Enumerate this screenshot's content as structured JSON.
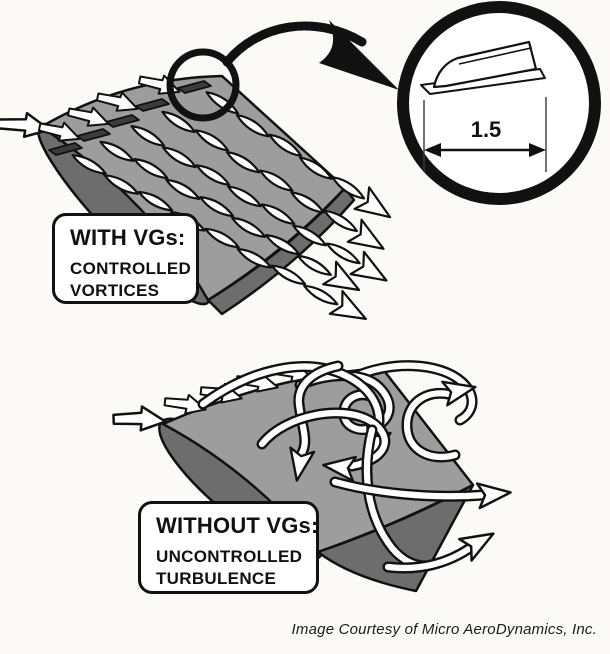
{
  "labels": {
    "with_vgs": {
      "title": "WITH VGs:",
      "line1": "CONTROLLED",
      "line2": "VORTICES"
    },
    "without_vgs": {
      "title": "WITHOUT VGs:",
      "line1": "UNCONTROLLED",
      "line2": "TURBULENCE"
    }
  },
  "inset": {
    "dimension_value": "1.5"
  },
  "credit": "Image Courtesy of Micro AeroDynamics, Inc.",
  "colors": {
    "background": "#fbfaf7",
    "wing_top": "#9d9d9d",
    "wing_face": "#6d6d6d",
    "vg_tab": "#3b3b3b",
    "ink": "#111111",
    "ribbon": "#ffffff"
  }
}
